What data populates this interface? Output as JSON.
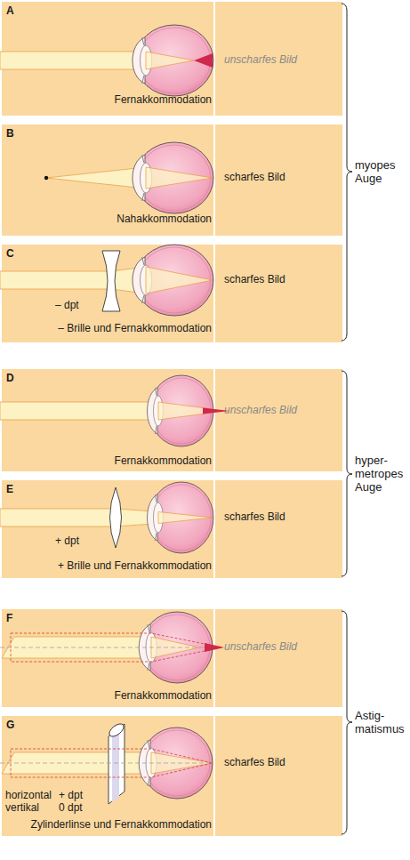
{
  "diagram": {
    "nodes": [
      {
        "text": [
          "A",
          "unscharfes Bild",
          "Fernakkommodation"
        ]
      },
      {
        "text": [
          "B",
          "scharfes Bild",
          "Nahakkommodation"
        ]
      },
      {
        "text": [
          "C",
          "scharfes Bild",
          "– dpt",
          "– Brille und Fernakkommodation"
        ]
      },
      {
        "text": [
          "D",
          "unscharfes Bild",
          "Fernakkommodation"
        ]
      },
      {
        "text": [
          "E",
          "scharfes Bild",
          "+ dpt",
          "+ Brille und Fernakkommodation"
        ]
      },
      {
        "text": [
          "F",
          "unscharfes Bild",
          "Fernakkommodation"
        ]
      },
      {
        "text": [
          "G",
          "scharfes Bild",
          "horizontal",
          "+ dpt",
          "vertikal",
          "0 dpt",
          "Zylinderlinse und Fernakkommodation"
        ]
      }
    ],
    "labels": [
      "myopes Auge",
      "hyper- metropes Auge",
      "Astig- matismus"
    ]
  }
}
